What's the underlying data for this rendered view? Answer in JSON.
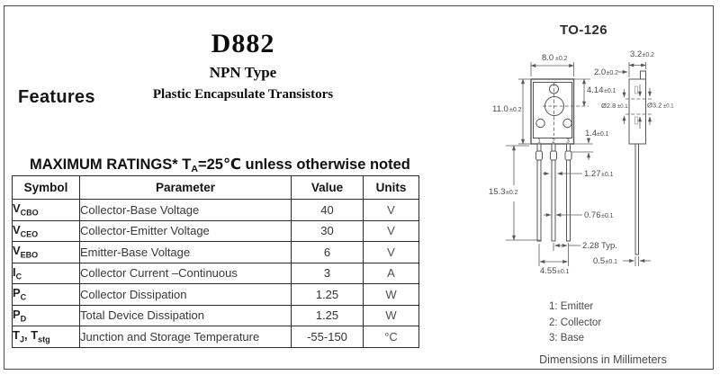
{
  "header": {
    "features": "Features",
    "title": "D882",
    "subtitle1": "NPN Type",
    "subtitle2": "Plastic Encapsulate Transistors"
  },
  "ratings": {
    "title_pre": "MAXIMUM RATINGS* T",
    "title_sub": "A",
    "title_post": "=25℃ unless otherwise noted",
    "columns": [
      "Symbol",
      "Parameter",
      "Value",
      "Units"
    ],
    "rows": [
      {
        "symbol": [
          {
            "t": "V"
          },
          {
            "s": "CBO"
          }
        ],
        "parameter": "Collector-Base Voltage",
        "value": "40",
        "units": "V"
      },
      {
        "symbol": [
          {
            "t": "V"
          },
          {
            "s": "CEO"
          }
        ],
        "parameter": "Collector-Emitter Voltage",
        "value": "30",
        "units": "V"
      },
      {
        "symbol": [
          {
            "t": "V"
          },
          {
            "s": "EBO"
          }
        ],
        "parameter": "Emitter-Base Voltage",
        "value": "6",
        "units": "V"
      },
      {
        "symbol": [
          {
            "t": "I"
          },
          {
            "s": "C"
          }
        ],
        "parameter": "Collector Current –Continuous",
        "value": "3",
        "units": "A"
      },
      {
        "symbol": [
          {
            "t": "P"
          },
          {
            "s": "C"
          }
        ],
        "parameter": "Collector Dissipation",
        "value": "1.25",
        "units": "W"
      },
      {
        "symbol": [
          {
            "t": "P"
          },
          {
            "s": "D"
          }
        ],
        "parameter": "Total Device Dissipation",
        "value": "1.25",
        "units": "W"
      },
      {
        "symbol": [
          {
            "t": "T"
          },
          {
            "s": "J"
          },
          {
            "t": ", T"
          },
          {
            "s": "stg"
          }
        ],
        "parameter": "Junction and Storage Temperature",
        "value": "-55-150",
        "units": "°C"
      }
    ]
  },
  "package": {
    "name": "TO-126",
    "pins": [
      "1",
      "2",
      "3"
    ],
    "pin_legend": [
      "1: Emitter",
      "2: Collector",
      "3: Base"
    ],
    "footer": "Dimensions in Millimeters",
    "dims": {
      "body_width": {
        "v": "8.0",
        "t": "±0.2"
      },
      "body_height": {
        "v": "11.0",
        "t": "±0.2"
      },
      "hole_offset": {
        "v": "4.14",
        "t": "±0.1"
      },
      "shoulder": {
        "v": "1.4",
        "t": "±0.1"
      },
      "lead_length": {
        "v": "15.3",
        "t": "±0.2"
      },
      "lead_width": {
        "v": "1.27",
        "t": "±0.1"
      },
      "lead_thick": {
        "v": "0.76",
        "t": "±0.1"
      },
      "pitch_typ": "2.28 Typ.",
      "outer_span": {
        "v": "4.55",
        "t": "±0.1"
      },
      "thickness": {
        "v": "3.2",
        "t": "±0.2"
      },
      "tab": {
        "v": "2.0",
        "t": "±0.2"
      },
      "hole_front": {
        "v": "Ø2.8",
        "t": "±0.1"
      },
      "hole_back": {
        "v": "Ø3.2",
        "t": "±0.1"
      },
      "lead_end": {
        "v": "0.5",
        "t": "±0.1"
      }
    }
  },
  "colors": {
    "page_border": "#4a4a4a",
    "table_border": "#2b2b2b",
    "diagram_stroke": "#565656"
  }
}
